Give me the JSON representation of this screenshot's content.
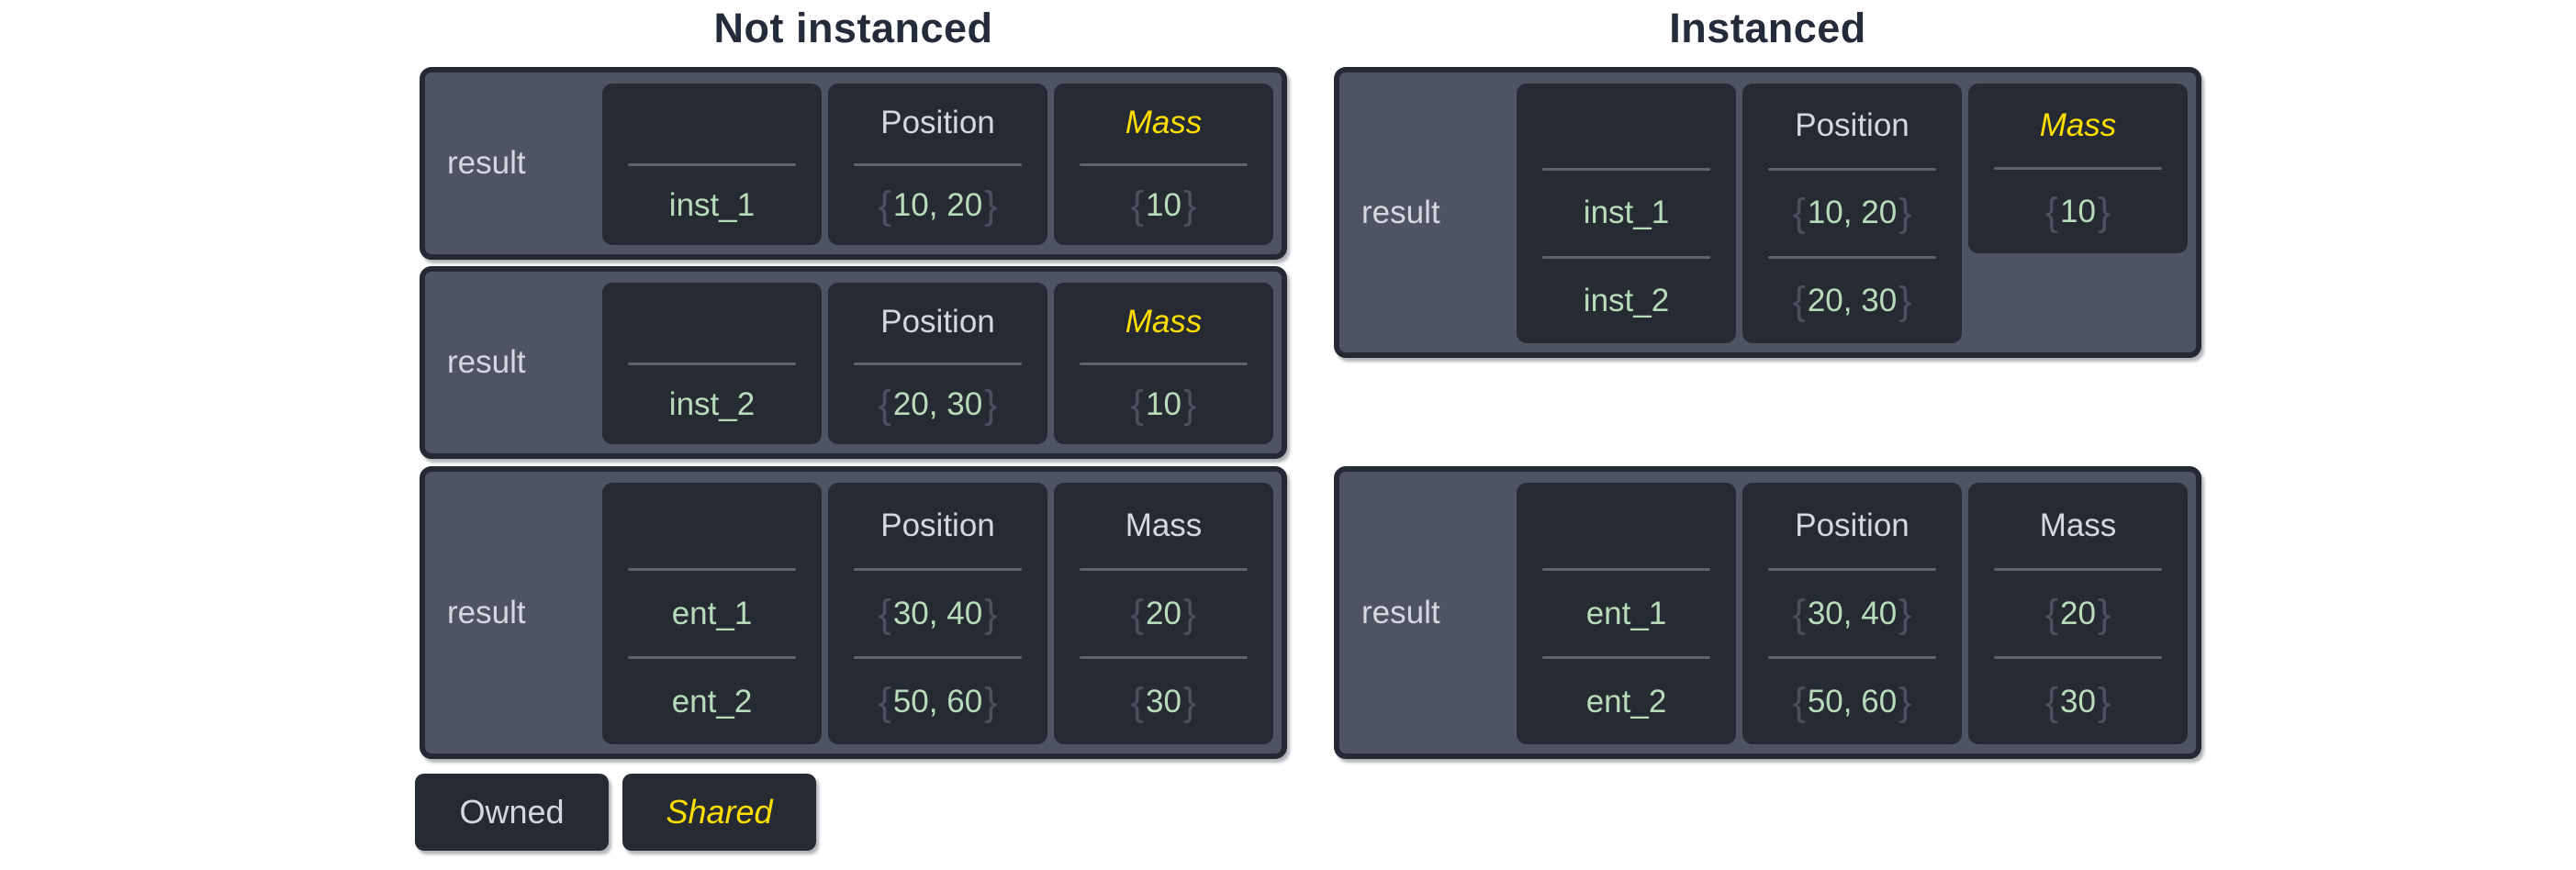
{
  "titles": {
    "not_instanced": "Not instanced",
    "instanced": "Instanced"
  },
  "punct": {
    "open": "{",
    "close": "}"
  },
  "legend": {
    "owned": "Owned",
    "shared": "Shared"
  },
  "colors": {
    "shared_accent": "#ffdf00",
    "owned_text": "#d5d8de",
    "value_green": "#b7dcb9",
    "brace_gray": "#4a505d",
    "table_bg": "#4f5462",
    "cell_bg": "#262a33",
    "border": "#242934",
    "divider": "#5c6270",
    "title_text": "#242b3a"
  },
  "tables": {
    "nt1": {
      "result": "result",
      "entity": "inst_1",
      "position_header": "Position",
      "position": "10, 20",
      "mass_header": "Mass",
      "mass": "10",
      "mass_shared": true
    },
    "nt2": {
      "result": "result",
      "entity": "inst_2",
      "position_header": "Position",
      "position": "20, 30",
      "mass_header": "Mass",
      "mass": "10",
      "mass_shared": true
    },
    "nt3": {
      "result": "result",
      "position_header": "Position",
      "mass_header": "Mass",
      "mass_shared": false,
      "rows": [
        {
          "entity": "ent_1",
          "position": "30, 40",
          "mass": "20"
        },
        {
          "entity": "ent_2",
          "position": "50, 60",
          "mass": "30"
        }
      ]
    },
    "it1": {
      "result": "result",
      "position_header": "Position",
      "mass_header": "Mass",
      "mass": "10",
      "mass_shared": true,
      "rows": [
        {
          "entity": "inst_1",
          "position": "10, 20"
        },
        {
          "entity": "inst_2",
          "position": "20, 30"
        }
      ]
    },
    "it2": {
      "result": "result",
      "position_header": "Position",
      "mass_header": "Mass",
      "mass_shared": false,
      "rows": [
        {
          "entity": "ent_1",
          "position": "30, 40",
          "mass": "20"
        },
        {
          "entity": "ent_2",
          "position": "50, 60",
          "mass": "30"
        }
      ]
    }
  }
}
